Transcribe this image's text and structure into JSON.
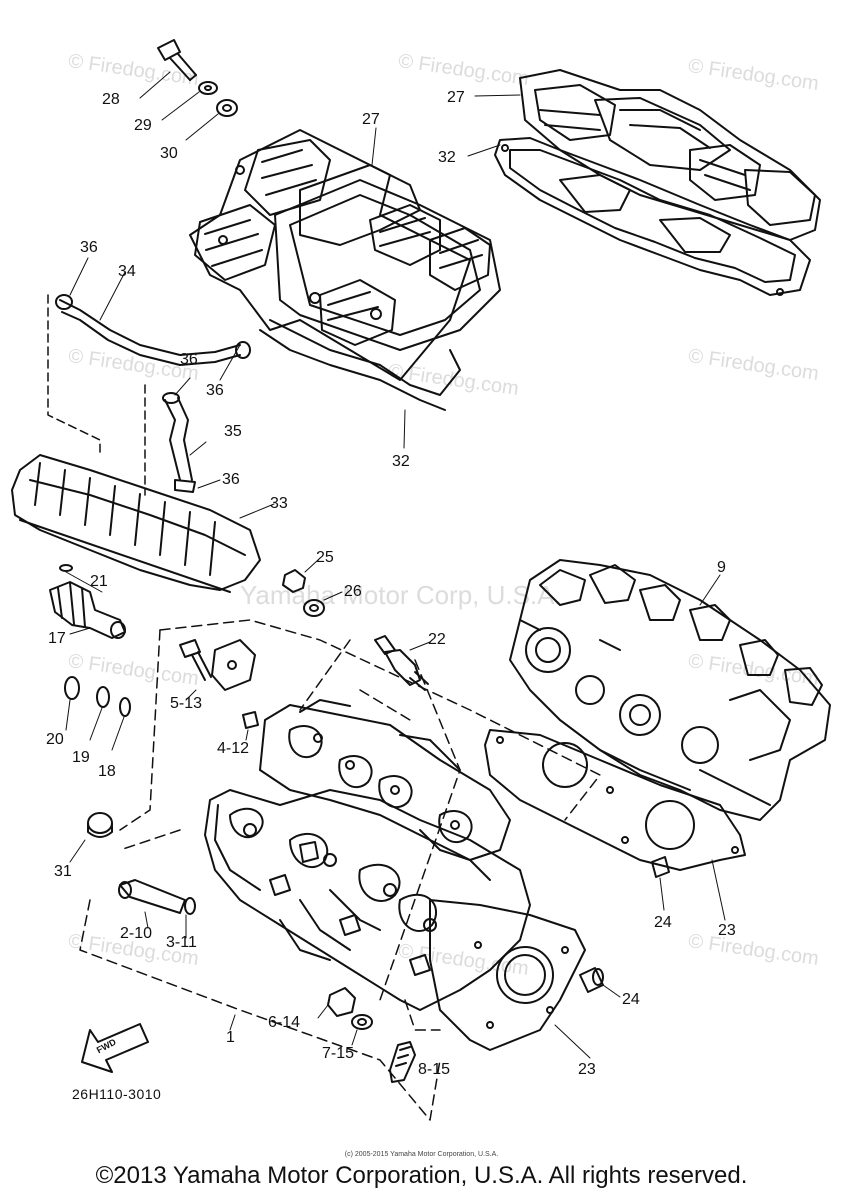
{
  "diagram": {
    "labels": {
      "p1": "1",
      "p2_10": "2-10",
      "p3_11": "3-11",
      "p4_12": "4-12",
      "p5_13": "5-13",
      "p6_14": "6-14",
      "p7_15": "7-15",
      "p8_15": "8-15",
      "p9": "9",
      "p17": "17",
      "p18": "18",
      "p19": "19",
      "p20": "20",
      "p21": "21",
      "p22": "22",
      "p23a": "23",
      "p23b": "23",
      "p24a": "24",
      "p24b": "24",
      "p25": "25",
      "p26": "26",
      "p27a": "27",
      "p27b": "27",
      "p28": "28",
      "p29": "29",
      "p30": "30",
      "p31": "31",
      "p32a": "32",
      "p32b": "32",
      "p33": "33",
      "p34": "34",
      "p35": "35",
      "p36a": "36",
      "p36b": "36",
      "p36c": "36",
      "p36d": "36"
    },
    "fwd_label": "FWD",
    "drawing_code": "26H110-3010"
  },
  "watermarks": {
    "firedog": "© Firedog.com",
    "yamaha": "Yamaha Motor Corp, U.S.A."
  },
  "copyright_small": "(c) 2005-2015 Yamaha Motor Corporation, U.S.A.",
  "copyright_footer": "©2013 Yamaha Motor Corporation, U.S.A. All rights reserved."
}
